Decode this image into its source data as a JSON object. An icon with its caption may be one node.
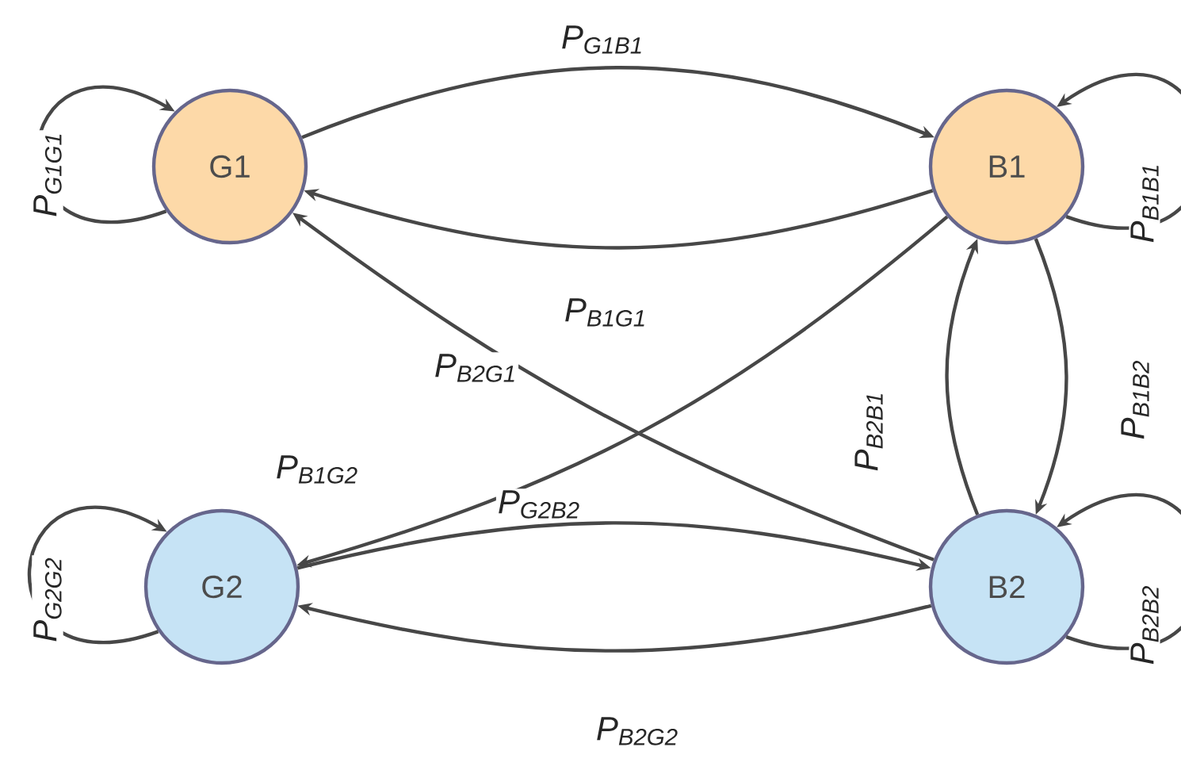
{
  "diagram": {
    "nodes": [
      {
        "text": [
          "G1"
        ]
      },
      {
        "text": [
          "B1"
        ]
      },
      {
        "text": [
          "G2"
        ]
      },
      {
        "text": [
          "B2"
        ]
      }
    ],
    "edges": [
      {
        "from": 0,
        "to": 1,
        "arrow": "to",
        "label": "P$_{G1B1}$"
      },
      {
        "from": 1,
        "to": 0,
        "arrow": "to",
        "label": "P$_{B1G1}$"
      },
      {
        "from": 3,
        "to": 0,
        "arrow": "to",
        "label": "P$_{B2G1}$"
      },
      {
        "from": 1,
        "to": 2,
        "arrow": "to",
        "label": "P$_{B1G2}$"
      },
      {
        "from": 2,
        "to": 3,
        "arrow": "to",
        "label": "P$_{G2B2}$"
      },
      {
        "from": 3,
        "to": 2,
        "arrow": "to",
        "label": "P$_{B2G2}$"
      },
      {
        "from": 3,
        "to": 1,
        "arrow": "to",
        "label": "P$_{B2B1}$"
      },
      {
        "from": 1,
        "to": 3,
        "arrow": "to",
        "label": "P$_{B1B2}$"
      },
      {
        "from": 0,
        "to": 0,
        "arrow": "to",
        "label": "P$_{G1G1}$"
      },
      {
        "from": 1,
        "to": 1,
        "arrow": "to",
        "label": "P$_{B1B1}$"
      },
      {
        "from": 2,
        "to": 2,
        "arrow": "to",
        "label": "P$_{G2G2}$"
      },
      {
        "from": 3,
        "to": 3,
        "arrow": "to",
        "label": "P$_{B2B2}$"
      }
    ]
  }
}
